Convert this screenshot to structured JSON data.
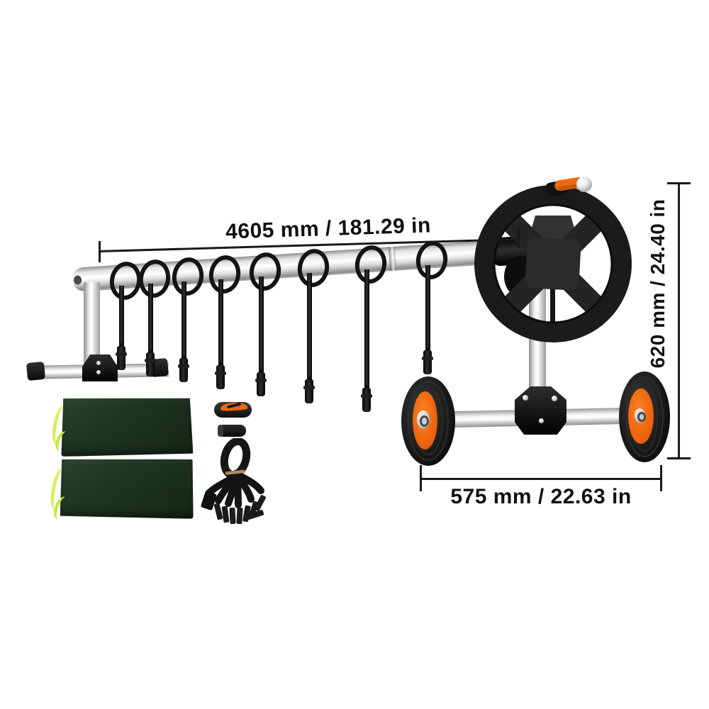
{
  "annotations": {
    "length_label": "4605 mm / 181.29 in",
    "height_label": "620 mm / 24.40 in",
    "width_label": "575 mm / 22.63 in"
  },
  "parts": {
    "strap_count": 8,
    "bag_count": 2,
    "wheel_count": 2
  },
  "colors": {
    "accent_orange": "#ef6610",
    "part_black": "#1a1a1a",
    "metal_silver": "#e6e6e6",
    "bag_green": "#1e3421",
    "bag_trim_yellow": "#d8ef5a",
    "dimension_line": "#1a1a1a",
    "background": "#ffffff"
  }
}
